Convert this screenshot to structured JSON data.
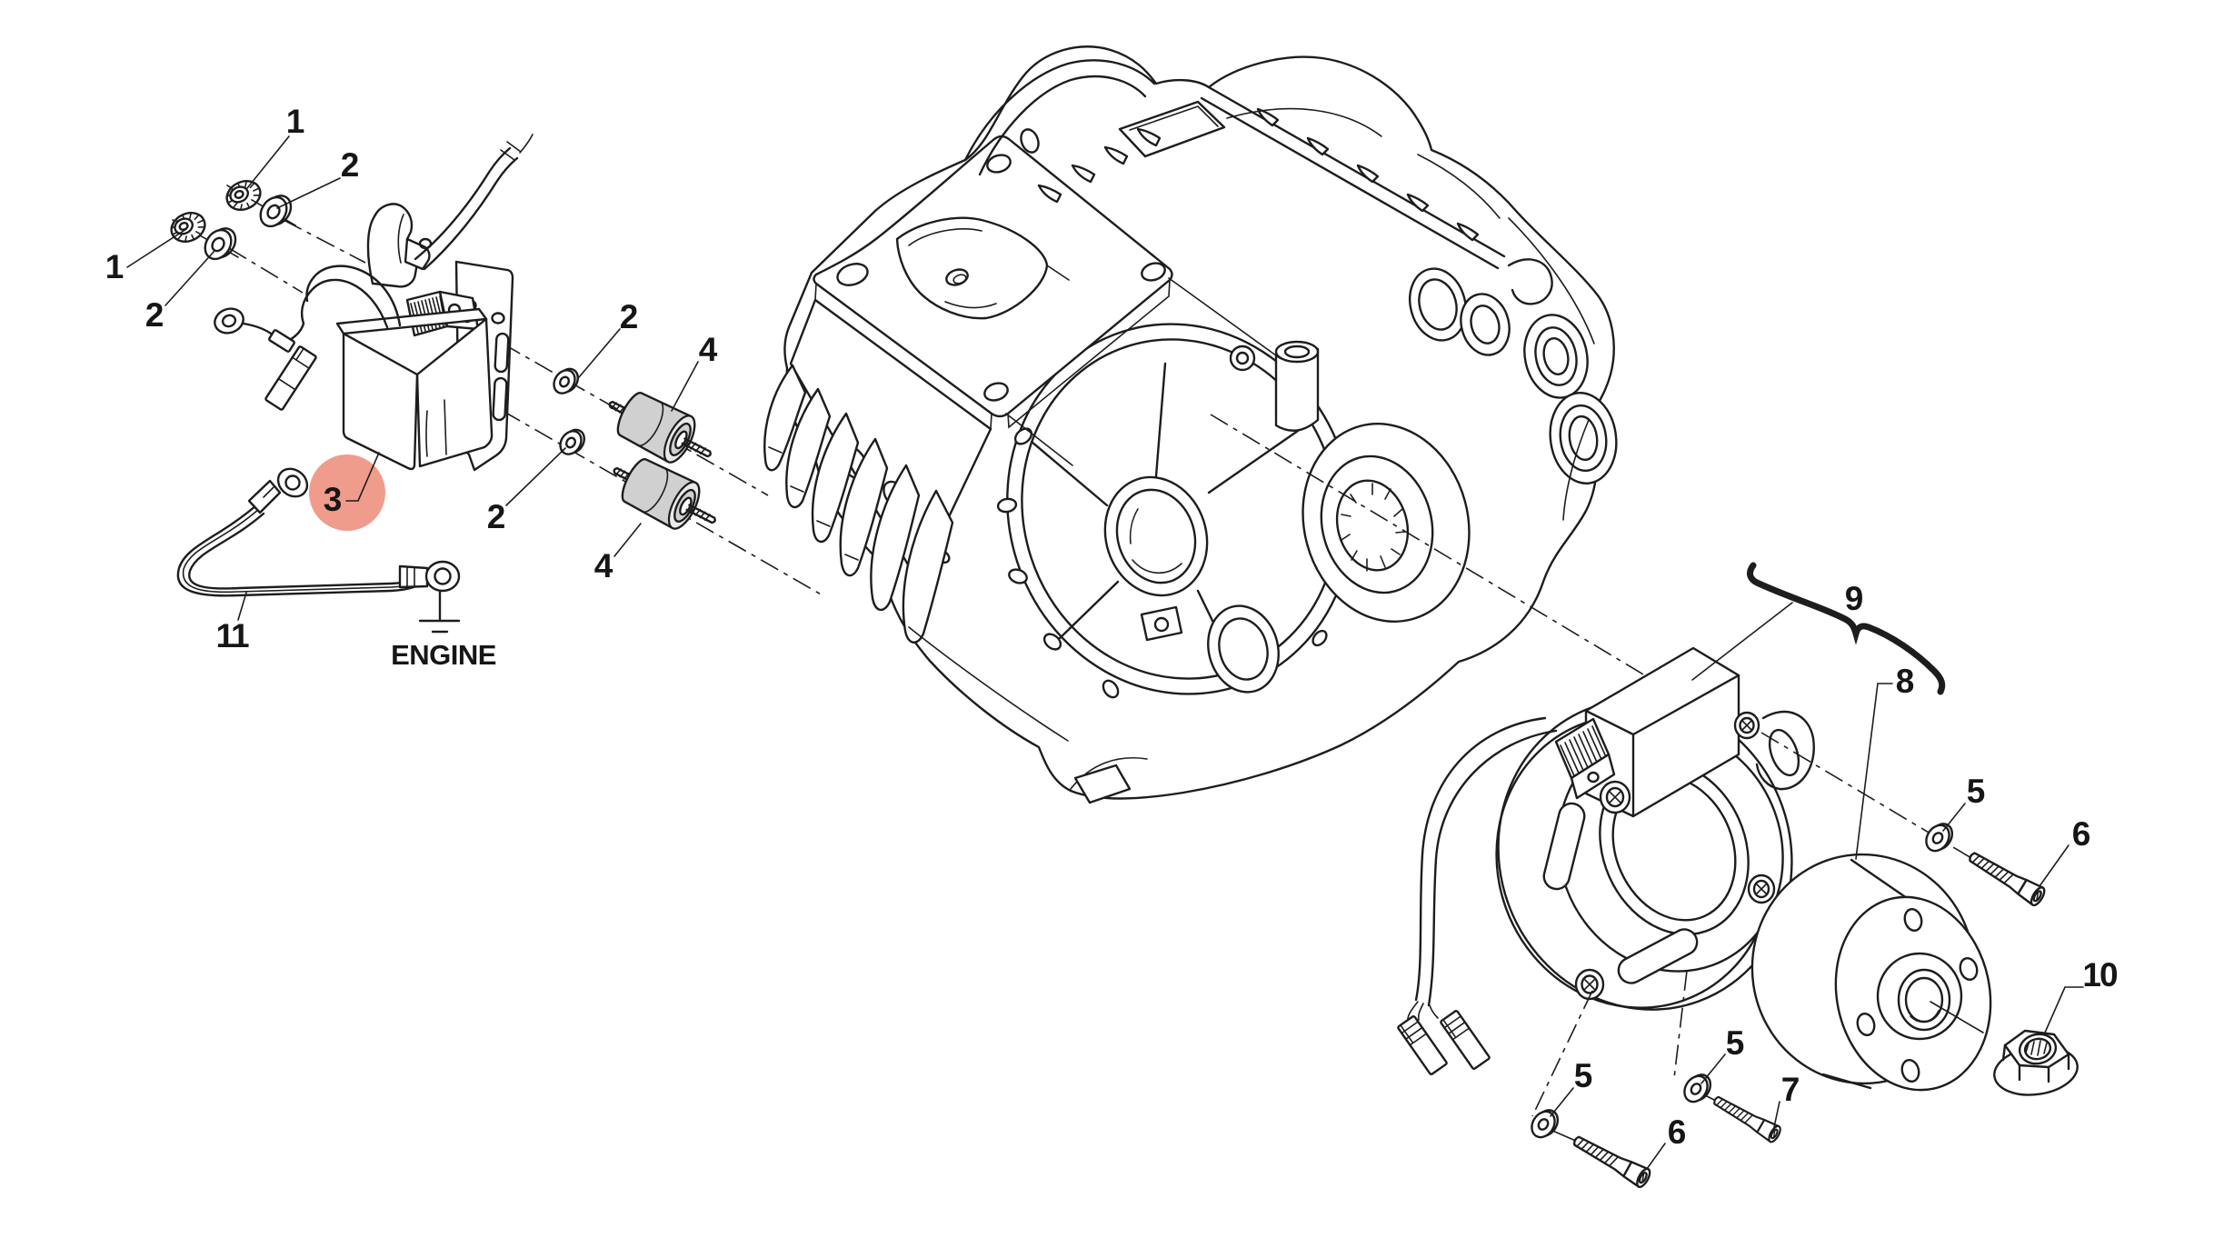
{
  "diagram": {
    "background_color": "#ffffff",
    "line_color": "#1d1d1d",
    "ground_label": "ENGINE",
    "highlight": {
      "highlighted_item": "3",
      "circle_color": "#F09C8C",
      "label_color": "#A43527"
    },
    "callouts": {
      "c1a": "1",
      "c1b": "1",
      "c2a": "2",
      "c2b": "2",
      "c2c": "2",
      "c2d": "2",
      "c3": "3",
      "c4a": "4",
      "c4b": "4",
      "c5a": "5",
      "c5b": "5",
      "c5c": "5",
      "c6a": "6",
      "c6b": "6",
      "c7": "7",
      "c8": "8",
      "c9": "9",
      "c10": "10",
      "c11": "11"
    }
  }
}
